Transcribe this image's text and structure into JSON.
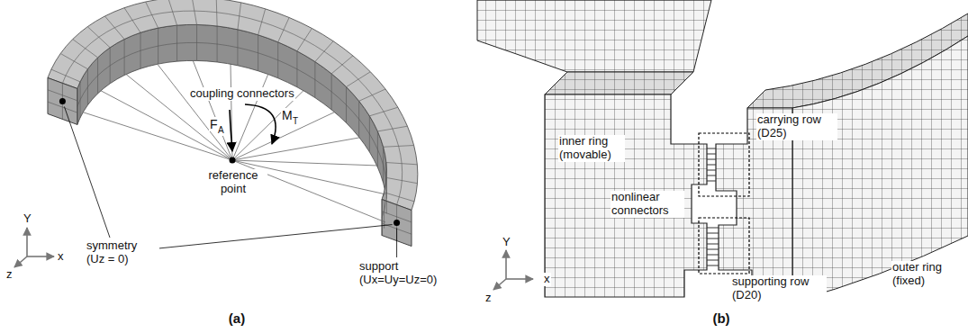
{
  "diagram": {
    "labels": [
      "coupling connectors",
      "F",
      "A",
      "M",
      "T",
      "reference point",
      "symmetry (Uz = 0)",
      "support (Ux=Uy=Uz=0)",
      "Y",
      "z",
      "x",
      "(a)",
      "inner ring (movable)",
      "carrying row (D25)",
      "nonlinear connectors",
      "supporting row (D20)",
      "outer ring (fixed)",
      "Y",
      "z",
      "x",
      "(b)"
    ]
  }
}
